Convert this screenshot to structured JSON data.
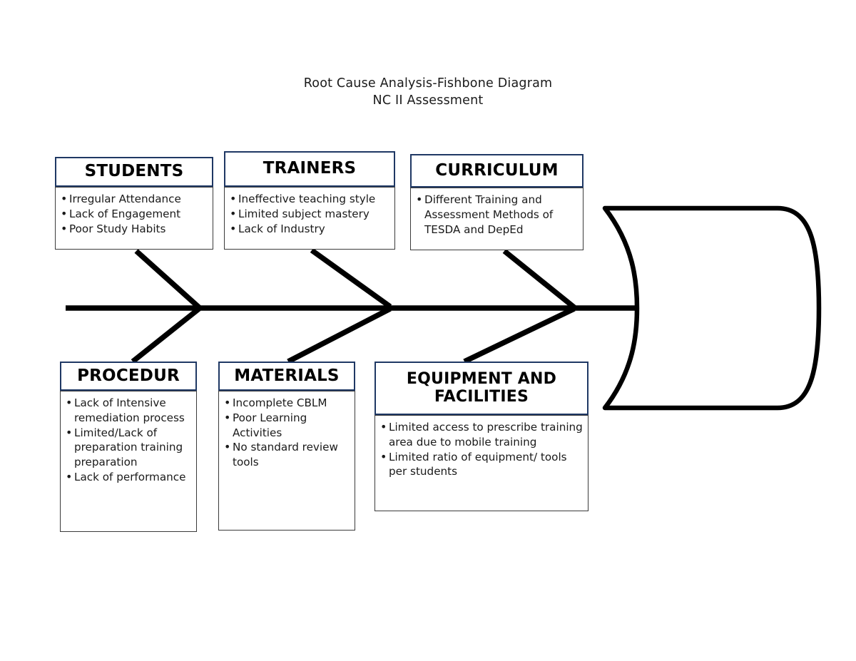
{
  "title": {
    "line1": "Root Cause Analysis-Fishbone Diagram",
    "line2": "NC II Assessment"
  },
  "diagram": {
    "kind": "fishbone",
    "head_label": "",
    "colors": {
      "header_border": "#1F3864",
      "body_border": "#3A3A3A",
      "bone": "#000000",
      "text": "#1A1A1A"
    }
  },
  "categories": {
    "students": {
      "label": "STUDENTS",
      "causes": [
        "Irregular Attendance",
        "Lack of Engagement",
        "Poor Study Habits"
      ]
    },
    "trainers": {
      "label": "TRAINERS",
      "causes": [
        "Ineffective teaching style",
        "Limited subject mastery",
        "Lack of Industry"
      ]
    },
    "curriculum": {
      "label": "CURRICULUM",
      "causes": [
        "Different Training and Assessment Methods of TESDA and DepEd"
      ]
    },
    "procedure": {
      "label": "PROCEDUR",
      "causes": [
        "Lack of Intensive remediation process",
        "Limited/Lack of preparation training preparation",
        "Lack of performance"
      ]
    },
    "materials": {
      "label": "MATERIALS",
      "causes": [
        "Incomplete CBLM",
        "Poor Learning Activities",
        "No standard review tools"
      ]
    },
    "equipment": {
      "label": "EQUIPMENT AND FACILITIES",
      "causes": [
        "Limited access to prescribe training area due to mobile training",
        "Limited ratio of equipment/ tools per students"
      ]
    }
  }
}
